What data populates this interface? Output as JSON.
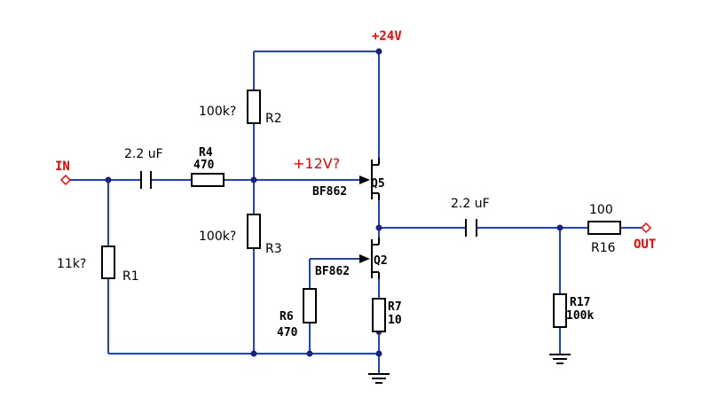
{
  "supply": {
    "vcc": "+24V",
    "bias": "+12V?"
  },
  "ports": {
    "input": "IN",
    "output": "OUT"
  },
  "components": {
    "r1": {
      "ref": "R1",
      "value": "11k?"
    },
    "r2": {
      "ref": "R2",
      "value": "100k?"
    },
    "r3": {
      "ref": "R3",
      "value": "100k?"
    },
    "r4": {
      "ref": "R4",
      "value": "470"
    },
    "r6": {
      "ref": "R6",
      "value": "470"
    },
    "r7": {
      "ref": "R7",
      "value": "10"
    },
    "r16": {
      "ref": "R16",
      "value": "100"
    },
    "r17": {
      "ref": "R17",
      "value": "100k"
    },
    "c_in": {
      "value": "2.2 uF"
    },
    "c_out": {
      "value": "2.2 uF"
    },
    "q5": {
      "ref": "Q5",
      "part": "BF862"
    },
    "q2": {
      "ref": "Q2",
      "part": "BF862"
    }
  },
  "colors": {
    "wire": "#1f3fd0",
    "label_red": "#ff0000",
    "node": "#1a237e"
  }
}
